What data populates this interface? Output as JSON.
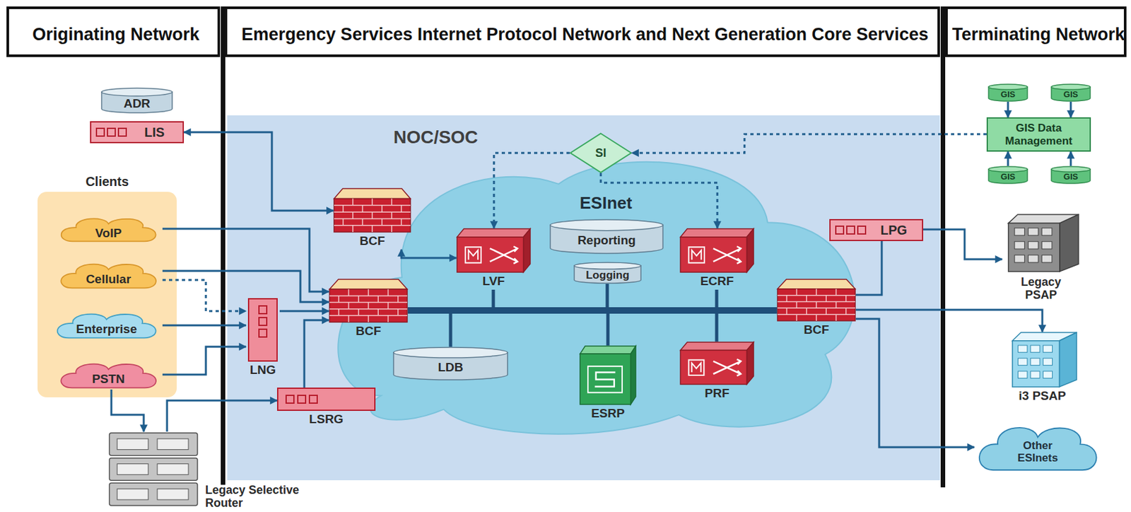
{
  "diagram": {
    "nodes": [
      {
        "text": [
          "Originating Network"
        ]
      },
      {
        "text": [
          "Emergency Services Internet Protocol Network and Next Generation Core Services"
        ]
      },
      {
        "text": [
          "Terminating Network"
        ]
      },
      {
        "text": [
          "ADR"
        ]
      },
      {
        "text": [
          "LIS"
        ]
      },
      {
        "text": [
          "Clients"
        ]
      },
      {
        "text": [
          "VoIP"
        ],
        "in": 5
      },
      {
        "text": [
          "Cellular"
        ],
        "in": 5
      },
      {
        "text": [
          "Enterprise"
        ],
        "in": 5
      },
      {
        "text": [
          "PSTN"
        ],
        "in": 5
      },
      {
        "text": [
          "Legacy Selective Router"
        ]
      },
      {
        "text": [
          "NOC/SOC"
        ]
      },
      {
        "text": [
          "ESInet"
        ],
        "in": 11
      },
      {
        "text": [
          "SI"
        ],
        "in": 11
      },
      {
        "text": [
          "BCF"
        ],
        "in": 11
      },
      {
        "text": [
          "BCF"
        ],
        "in": 11
      },
      {
        "text": [
          "LNG"
        ],
        "in": 11
      },
      {
        "text": [
          "LSRG"
        ],
        "in": 11
      },
      {
        "text": [
          "LVF"
        ],
        "in": 12
      },
      {
        "text": [
          "Reporting"
        ],
        "in": 12
      },
      {
        "text": [
          "Logging"
        ],
        "in": 12
      },
      {
        "text": [
          "ECRF"
        ],
        "in": 12
      },
      {
        "text": [
          "LDB"
        ],
        "in": 12
      },
      {
        "text": [
          "ESRP"
        ],
        "in": 12
      },
      {
        "text": [
          "PRF"
        ],
        "in": 12
      },
      {
        "text": [
          "BCF"
        ],
        "in": 11
      },
      {
        "text": [
          "LPG"
        ],
        "in": 11
      },
      {
        "text": [
          "GIS Data Management"
        ]
      },
      {
        "text": [
          "GIS"
        ]
      },
      {
        "text": [
          "GIS"
        ]
      },
      {
        "text": [
          "GIS"
        ]
      },
      {
        "text": [
          "GIS"
        ]
      },
      {
        "text": [
          "Legacy PSAP"
        ]
      },
      {
        "text": [
          "i3 PSAP"
        ]
      },
      {
        "text": [
          "Other ESInets"
        ]
      }
    ],
    "edges": [
      {
        "from": 4,
        "to": 14,
        "arrow": "both"
      },
      {
        "from": 14,
        "to": 18,
        "arrow": "both"
      },
      {
        "from": 6,
        "to": 15,
        "arrow": "to"
      },
      {
        "from": 7,
        "to": 15,
        "arrow": "to"
      },
      {
        "from": 7,
        "to": 16,
        "arrow": "to"
      },
      {
        "from": 8,
        "to": 16,
        "arrow": "to"
      },
      {
        "from": 9,
        "to": 16,
        "arrow": "to"
      },
      {
        "from": 16,
        "to": 15,
        "arrow": "to"
      },
      {
        "from": 9,
        "to": 10,
        "arrow": "to"
      },
      {
        "from": 10,
        "to": 17,
        "arrow": "to"
      },
      {
        "from": 17,
        "to": 15,
        "arrow": "to"
      },
      {
        "from": 13,
        "to": 18,
        "arrow": "to"
      },
      {
        "from": 13,
        "to": 21,
        "arrow": "to"
      },
      {
        "from": 27,
        "to": 13,
        "arrow": "to"
      },
      {
        "from": 28,
        "to": 27,
        "arrow": "to"
      },
      {
        "from": 29,
        "to": 27,
        "arrow": "to"
      },
      {
        "from": 30,
        "to": 27,
        "arrow": "to"
      },
      {
        "from": 31,
        "to": 27,
        "arrow": "to"
      },
      {
        "from": 15,
        "to": 18,
        "arrow": "none"
      },
      {
        "from": 15,
        "to": 20,
        "arrow": "none"
      },
      {
        "from": 15,
        "to": 21,
        "arrow": "none"
      },
      {
        "from": 15,
        "to": 22,
        "arrow": "none"
      },
      {
        "from": 15,
        "to": 23,
        "arrow": "none"
      },
      {
        "from": 15,
        "to": 24,
        "arrow": "none"
      },
      {
        "from": 15,
        "to": 25,
        "arrow": "none"
      },
      {
        "from": 26,
        "to": 25,
        "arrow": "none"
      },
      {
        "from": 26,
        "to": 32,
        "arrow": "to"
      },
      {
        "from": 25,
        "to": 33,
        "arrow": "to"
      },
      {
        "from": 25,
        "to": 34,
        "arrow": "to"
      }
    ]
  }
}
